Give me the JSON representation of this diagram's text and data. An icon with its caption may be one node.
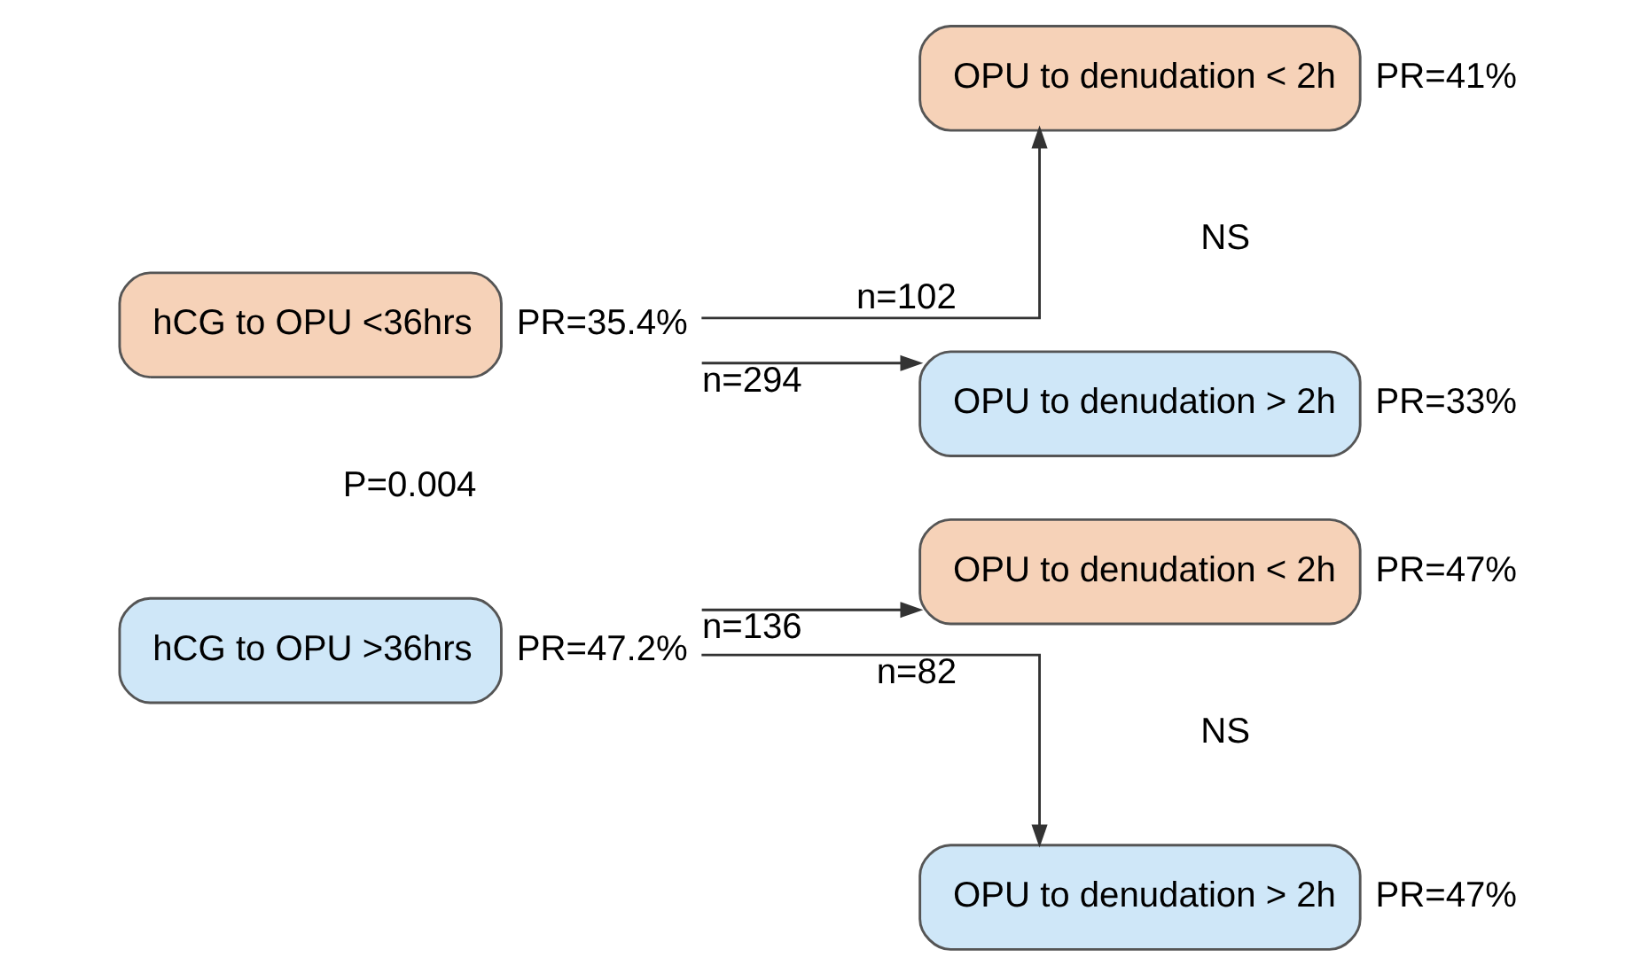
{
  "diagram": {
    "nodes": [
      {
        "text": [
          "hCG to OPU <36hrs"
        ],
        "beside": [
          "PR=35.4%"
        ]
      },
      {
        "text": [
          "OPU to denudation < 2h"
        ],
        "beside": [
          "PR=41%"
        ]
      },
      {
        "text": [
          "OPU to denudation > 2h"
        ],
        "beside": [
          "PR=33%"
        ]
      },
      {
        "text": [
          "hCG to OPU >36hrs"
        ],
        "beside": [
          "PR=47.2%"
        ]
      },
      {
        "text": [
          "OPU to denudation < 2h"
        ],
        "beside": [
          "PR=47%"
        ]
      },
      {
        "text": [
          "OPU to denudation > 2h"
        ],
        "beside": [
          "PR=47%"
        ]
      }
    ],
    "edges": [
      {
        "from": 0,
        "to": 1,
        "arrow": "to",
        "label": "n=102"
      },
      {
        "from": 0,
        "to": 2,
        "arrow": "to",
        "label": "n=294"
      },
      {
        "from": 3,
        "to": 4,
        "arrow": "to",
        "label": "n=136"
      },
      {
        "from": 3,
        "to": 5,
        "arrow": "to",
        "label": "n=82"
      }
    ],
    "labels": [
      "NS",
      "P=0.004",
      "NS"
    ]
  }
}
